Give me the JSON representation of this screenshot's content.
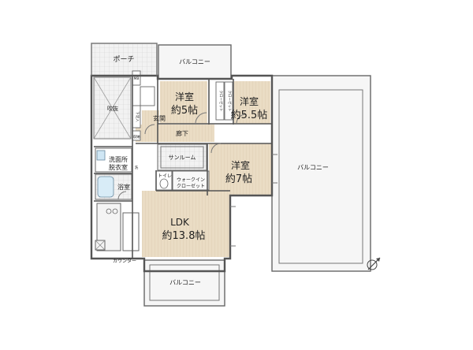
{
  "rooms": {
    "porch": "ポーチ",
    "balcony_top": "バルコニー",
    "fukinuke": "吹抜",
    "genkan": "玄関",
    "yoshitsu_a_name": "洋室",
    "yoshitsu_a_size": "約5帖",
    "yoshitsu_b_name": "洋室",
    "yoshitsu_b_size": "約5.5帖",
    "rouka": "廊下",
    "sunroom": "サンルーム",
    "yoshitsu_c_name": "洋室",
    "yoshitsu_c_size": "約7帖",
    "balcony_right": "バルコニー",
    "senmenjo_1": "洗面所",
    "senmenjo_2": "脱衣室",
    "toilet": "トイレ",
    "walkin_1": "ウォークイン",
    "walkin_2": "クローゼット",
    "yokushitsu": "浴室",
    "ldk_name": "LDK",
    "ldk_size": "約13.8帖",
    "counter": "カウンター",
    "balcony_bottom": "バルコニー"
  },
  "small_labels": {
    "closet_a": "クローゼット",
    "closet_b": "クローゼット",
    "shoes_in_closet": "下足入",
    "storage": "収納",
    "mb": "MB",
    "wash": "洗"
  },
  "colors": {
    "floor_wood": "#eadcc4",
    "wall": "#555555",
    "balcony": "#f6f6f6"
  }
}
